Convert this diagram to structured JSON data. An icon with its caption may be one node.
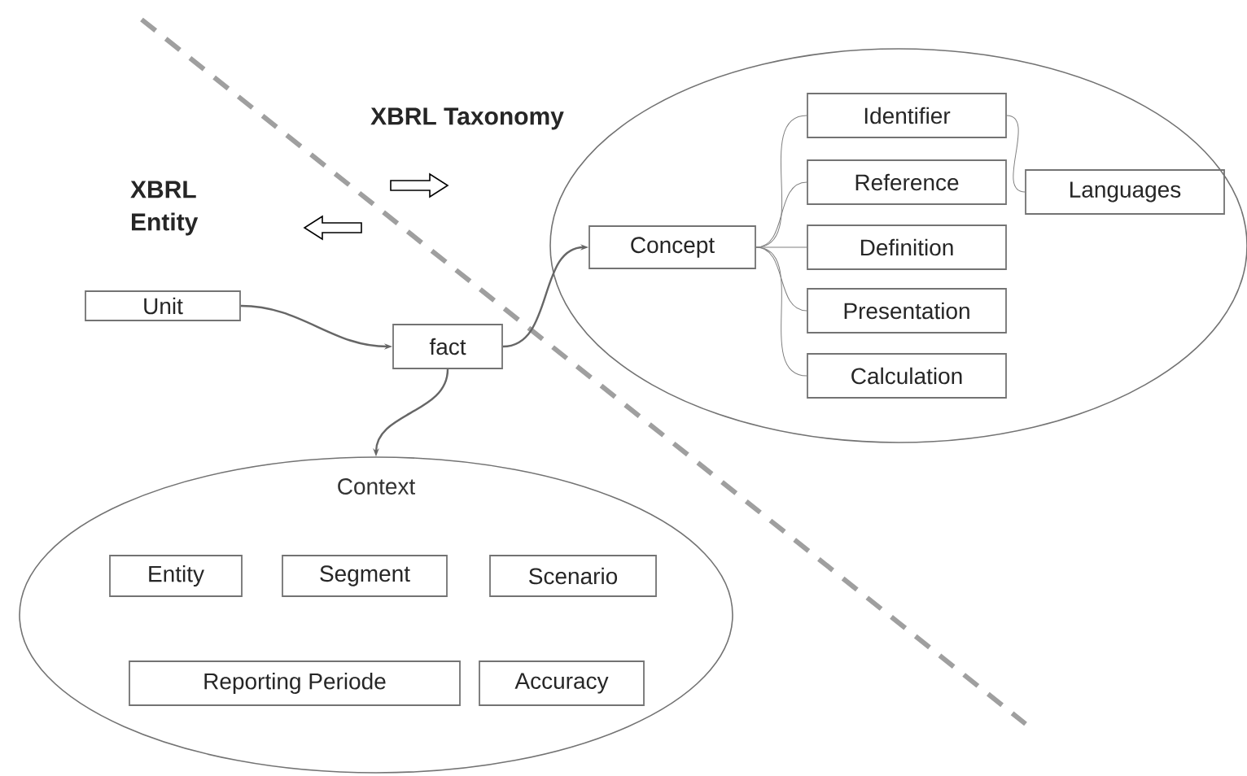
{
  "diagram": {
    "nodes": [
      {
        "text": [
          "Unit"
        ]
      },
      {
        "text": [
          "fact"
        ]
      },
      {
        "text": [],
        "shape": "ellipse"
      },
      {
        "text": [
          "Concept"
        ],
        "in": 2
      },
      {
        "text": [
          "Identifier"
        ],
        "in": 2
      },
      {
        "text": [
          "Reference"
        ],
        "in": 2
      },
      {
        "text": [
          "Definition"
        ],
        "in": 2
      },
      {
        "text": [
          "Presentation"
        ],
        "in": 2
      },
      {
        "text": [
          "Calculation"
        ],
        "in": 2
      },
      {
        "text": [
          "Languages"
        ],
        "in": 2
      },
      {
        "text": [
          "Context"
        ]
      },
      {
        "text": [
          "Entity"
        ],
        "in": 10
      },
      {
        "text": [
          "Segment"
        ],
        "in": 10
      },
      {
        "text": [
          "Scenario"
        ],
        "in": 10
      },
      {
        "text": [
          "Reporting Periode"
        ],
        "in": 10
      },
      {
        "text": [
          "Accuracy"
        ],
        "in": 10
      }
    ],
    "edges": [
      {
        "from": 0,
        "to": 1,
        "arrow": "to"
      },
      {
        "from": 1,
        "to": 3,
        "arrow": "to"
      },
      {
        "from": 1,
        "to": 10,
        "arrow": "to"
      },
      {
        "from": 3,
        "to": 4,
        "arrow": "none"
      },
      {
        "from": 3,
        "to": 5,
        "arrow": "none"
      },
      {
        "from": 3,
        "to": 6,
        "arrow": "none"
      },
      {
        "from": 3,
        "to": 7,
        "arrow": "none"
      },
      {
        "from": 3,
        "to": 8,
        "arrow": "none"
      },
      {
        "from": 4,
        "to": 9,
        "arrow": "none"
      }
    ],
    "labels": [
      "XBRL Taxonomy",
      "XBRL Entity"
    ]
  }
}
